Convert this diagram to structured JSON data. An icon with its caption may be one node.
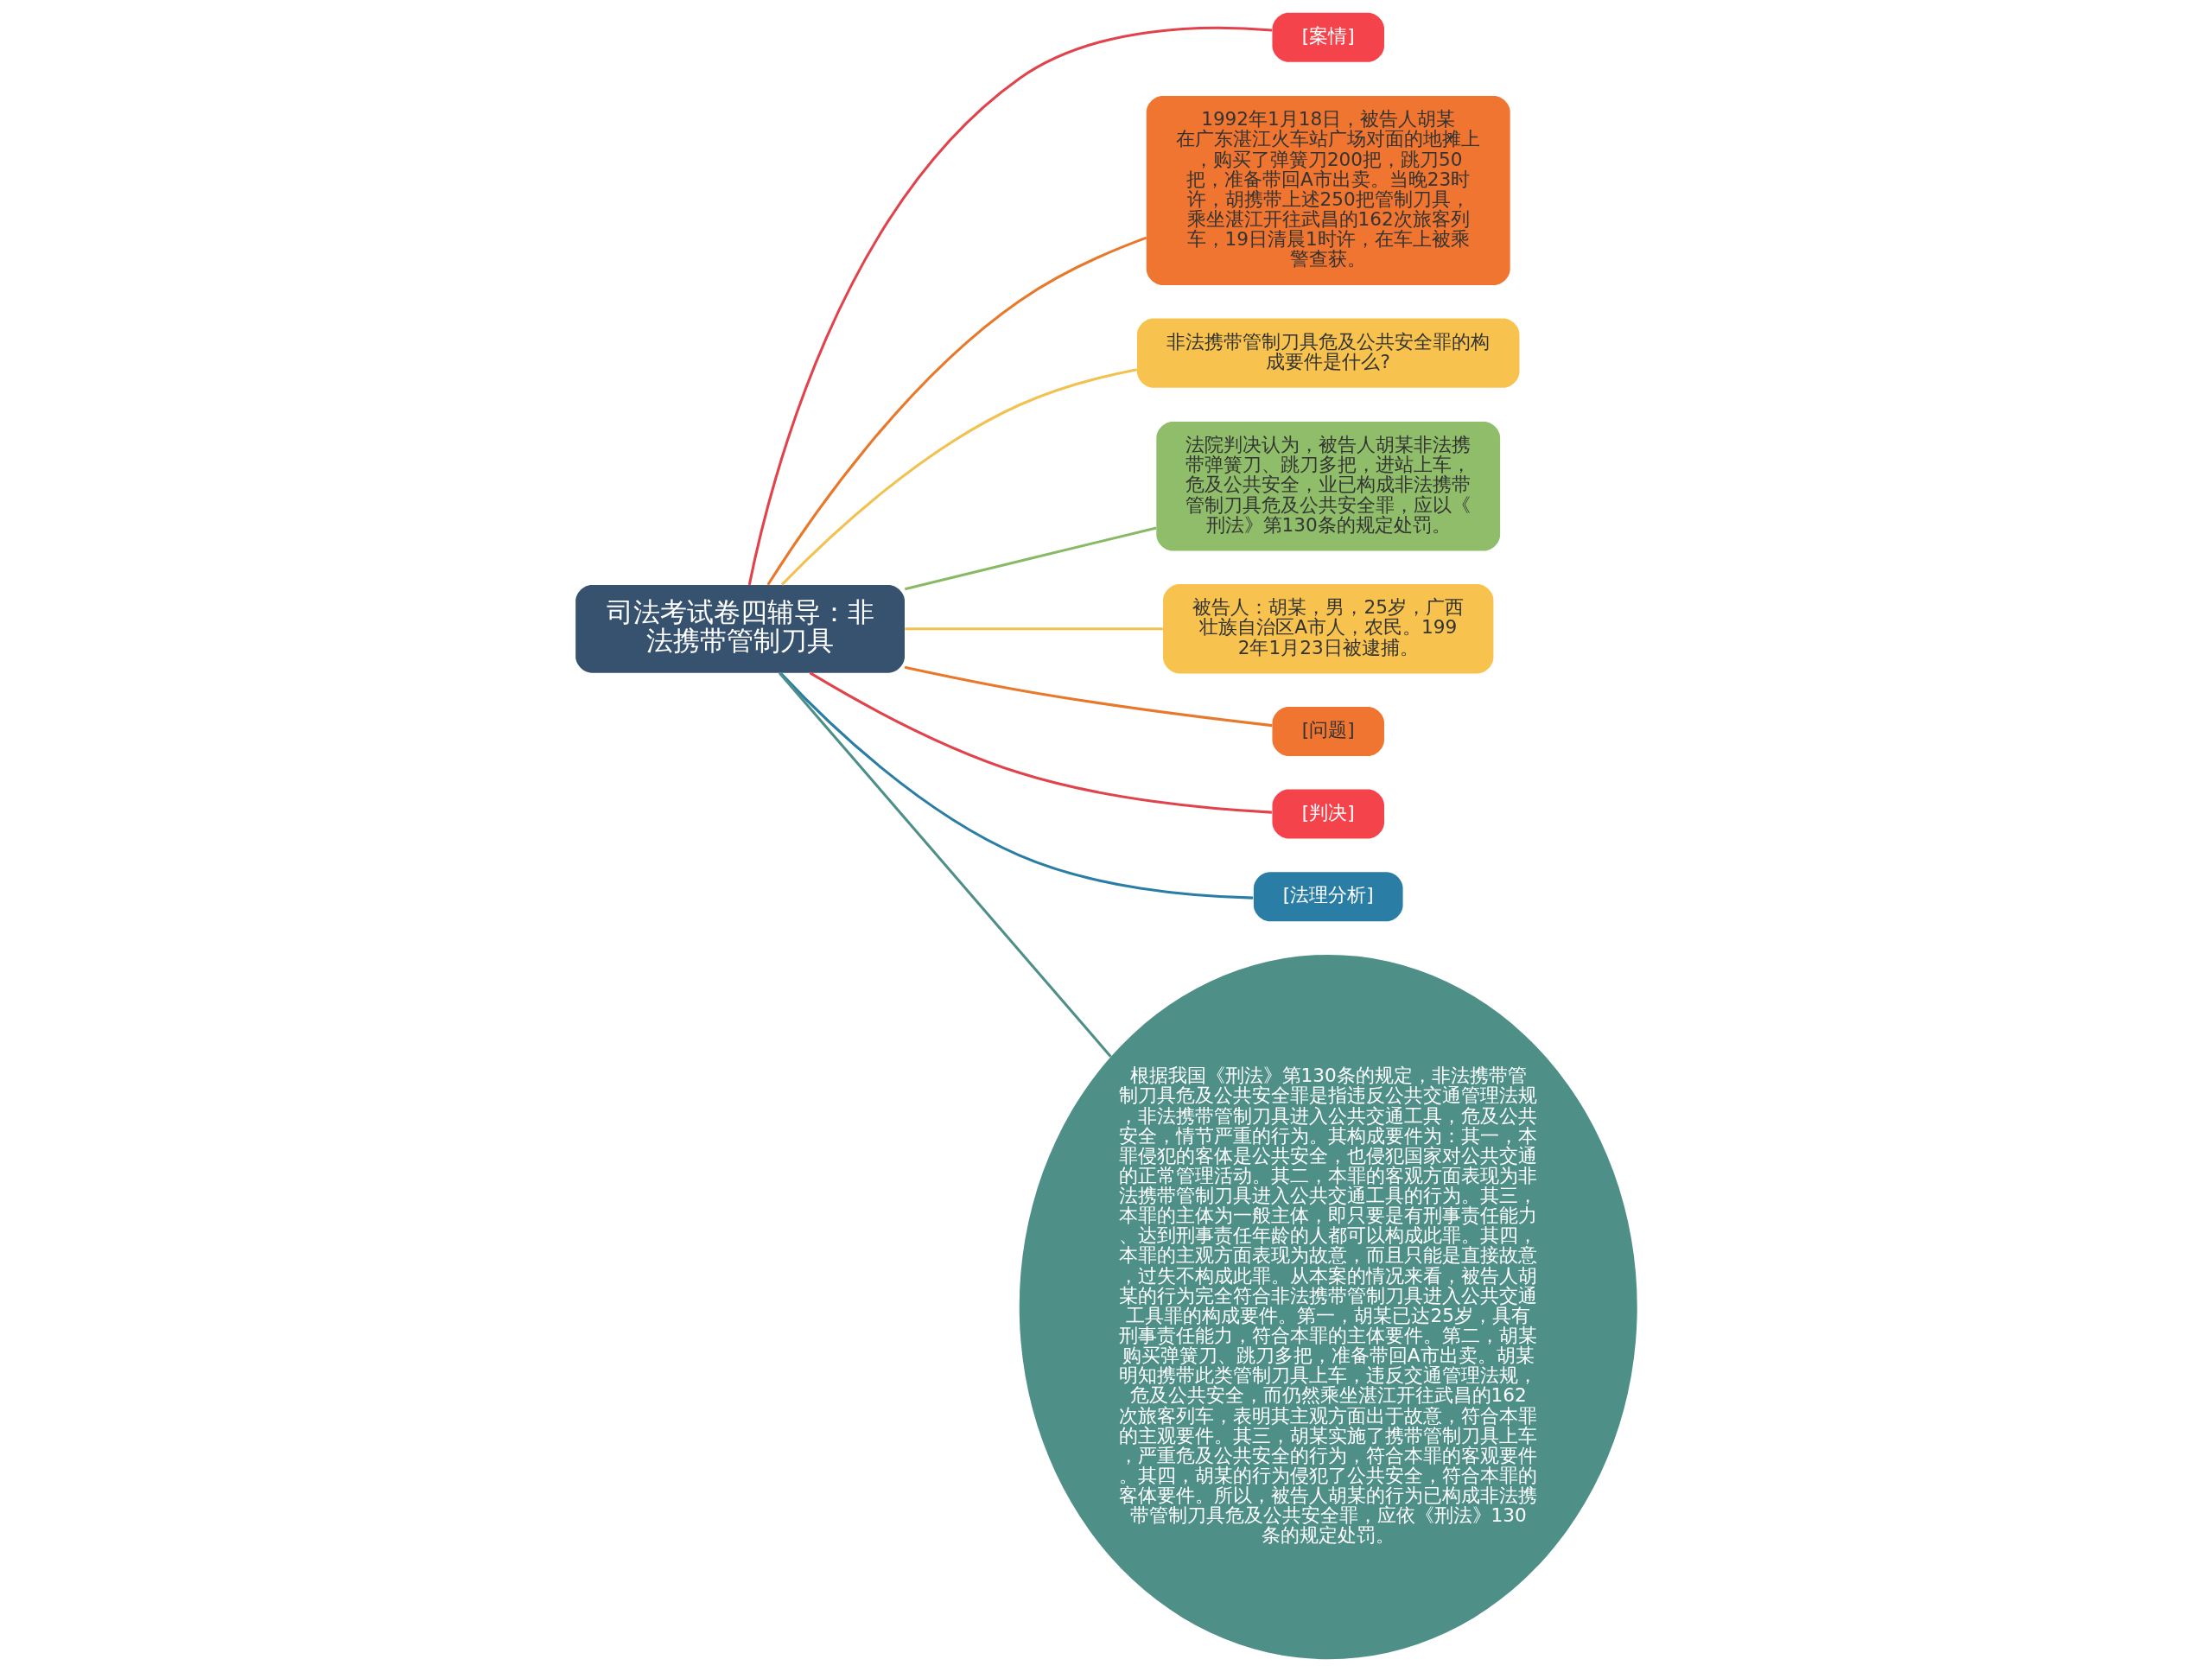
{
  "diagram": {
    "nodes": [
      {
        "text": [
          "司法考试卷四辅导：非法携带管制刀具"
        ]
      },
      {
        "text": [
          "[案情]"
        ]
      },
      {
        "text": [
          "1992年1月18日，被告人胡某在广东湛江火车站广场对面的地摊上，购买了弹簧刀200把，跳刀50把，准备带回A市出卖。当晚23时许，胡携带上述250把管制刀具，乘坐湛江开往武昌的162次旅客列车，19日清晨1时许，在车上被乘警查获。"
        ]
      },
      {
        "text": [
          "非法携带管制刀具危及公共安全罪的构成要件是什么?"
        ]
      },
      {
        "text": [
          "法院判决认为，被告人胡某非法携带弹簧刀、跳刀多把，进站上车，危及公共安全，业已构成非法携带管制刀具危及公共安全罪，应以《刑法》第130条的规定处罚。"
        ]
      },
      {
        "text": [
          "被告人：胡某，男，25岁，广西壮族自治区A市人，农民。1992年1月23日被逮捕。"
        ]
      },
      {
        "text": [
          "[问题]"
        ]
      },
      {
        "text": [
          "[判决]"
        ]
      },
      {
        "text": [
          "[法理分析]"
        ]
      },
      {
        "text": [
          "根据我国《刑法》第130条的规定，非法携带管制刀具危及公共安全罪是指违反公共交通管理法规，非法携带管制刀具进入公共交通工具，危及公共安全，情节严重的行为。其构成要件为：其一，本罪侵犯的客体是公共安全，也侵犯国家对公共交通的正常管理活动。其二，本罪的客观方面表现为非法携带管制刀具进入公共交通工具的行为。其三，本罪的主体为一般主体，即只要是有刑事责任能力、达到刑事责任年龄的人都可以构成此罪。其四，本罪的主观方面表现为故意，而且只能是直接故意，过失不构成此罪。从本案的情况来看，被告人胡某的行为完全符合非法携带管制刀具进入公共交通工具罪的构成要件。第一，胡某已达25岁，具有刑事责任能力，符合本罪的主体要件。第二，胡某购买弹簧刀、跳刀多把，准备带回A市出卖。胡某明知携带此类管制刀具上车，违反交通管理法规，危及公共安全，而仍然乘坐湛江开往武昌的162次旅客列车，表明其主观方面出于故意，符合本罪的主观要件。其三，胡某实施了携带管制刀具上车，严重危及公共安全的行为，符合本罪的客观要件。其四，胡某的行为侵犯了公共安全，符合本罪的客体要件。所以，被告人胡某的行为已构成非法携带管制刀具危及公共安全罪，应依《刑法》130条的规定处罚。"
        ]
      }
    ],
    "edges": [
      {
        "from": 0,
        "to": 1,
        "arrow": "none",
        "color": "#e0434b"
      },
      {
        "from": 0,
        "to": 2,
        "arrow": "none",
        "color": "#e8782a"
      },
      {
        "from": 0,
        "to": 3,
        "arrow": "none",
        "color": "#f2c250"
      },
      {
        "from": 0,
        "to": 4,
        "arrow": "none",
        "color": "#88b964"
      },
      {
        "from": 0,
        "to": 5,
        "arrow": "none",
        "color": "#f2c250"
      },
      {
        "from": 0,
        "to": 6,
        "arrow": "none",
        "color": "#e8782a"
      },
      {
        "from": 0,
        "to": 7,
        "arrow": "none",
        "color": "#e0434b"
      },
      {
        "from": 0,
        "to": 8,
        "arrow": "none",
        "color": "#2a7ea6"
      },
      {
        "from": 0,
        "to": 9,
        "arrow": "none",
        "color": "#4e8f88"
      }
    ]
  }
}
